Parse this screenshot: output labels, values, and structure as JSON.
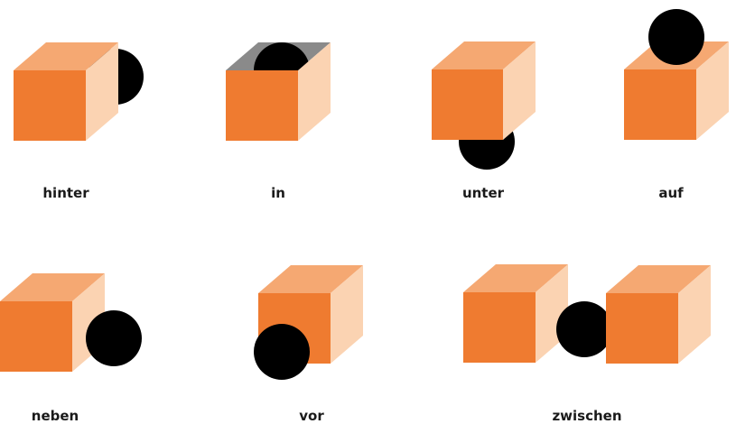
{
  "colors": {
    "cube_front": "#EF7B30",
    "cube_top": "#F5A872",
    "cube_side": "#FBD3B2",
    "cube_inner": "#8A8A8A",
    "ball": "#000000",
    "label_text": "#1a1a1a"
  },
  "prepositions": [
    {
      "id": "hinter",
      "label": "hinter"
    },
    {
      "id": "in",
      "label": "in"
    },
    {
      "id": "unter",
      "label": "unter"
    },
    {
      "id": "auf",
      "label": "auf"
    },
    {
      "id": "neben",
      "label": "neben"
    },
    {
      "id": "vor",
      "label": "vor"
    },
    {
      "id": "zwischen",
      "label": "zwischen"
    }
  ]
}
